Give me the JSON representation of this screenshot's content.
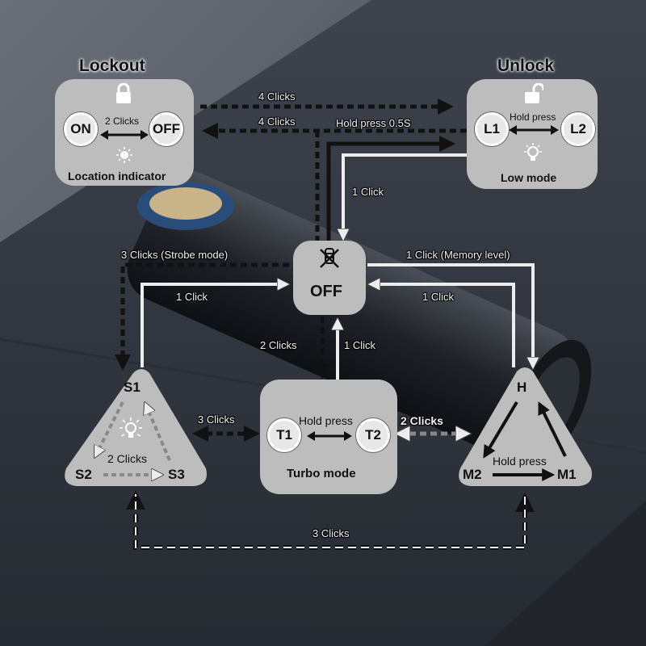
{
  "lockout": {
    "title": "Lockout",
    "on": "ON",
    "off": "OFF",
    "action": "2 Clicks",
    "caption": "Location indicator"
  },
  "unlock": {
    "title": "Unlock",
    "l1": "L1",
    "l2": "L2",
    "action": "Hold press",
    "caption": "Low mode"
  },
  "off_node": {
    "label": "OFF"
  },
  "strobe": {
    "s1": "S1",
    "s2": "S2",
    "s3": "S3",
    "action": "2 Clicks"
  },
  "turbo": {
    "t1": "T1",
    "t2": "T2",
    "action": "Hold press",
    "caption": "Turbo mode"
  },
  "memory": {
    "h": "H",
    "m1": "M1",
    "m2": "M2",
    "action": "Hold press"
  },
  "transitions": {
    "lockout_to_unlock": "4 Clicks",
    "unlock_to_lockout": "4 Clicks",
    "off_to_unlock_hold": "Hold press 0.5S",
    "unlock_to_off": "1 Click",
    "off_to_strobe": "3 Clicks (Strobe mode)",
    "strobe_to_off": "1 Click",
    "off_to_memory": "1 Click (Memory level)",
    "memory_to_off": "1 Click",
    "off_to_turbo": "2 Clicks",
    "turbo_to_off": "1 Click",
    "strobe_to_turbo": "3 Clicks",
    "memory_to_turbo": "2 Clicks",
    "memory_to_strobe": "3 Clicks"
  },
  "colors": {
    "panel": "#bdbdbd",
    "dark_arrow": "#111111",
    "light_arrow": "#ededed",
    "background": "#3d424c"
  }
}
